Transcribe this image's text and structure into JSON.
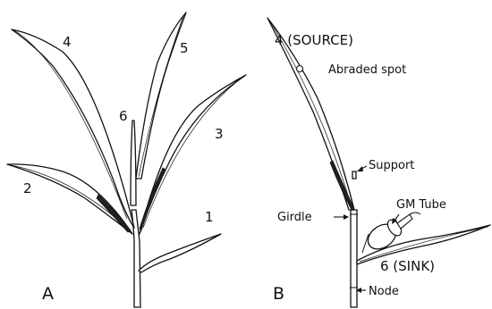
{
  "panels": {
    "a": {
      "label": "A",
      "leaves": [
        "1",
        "2",
        "3",
        "4",
        "5",
        "6"
      ]
    },
    "b": {
      "label": "B",
      "leaf_source": "4 (SOURCE)",
      "leaf_sink": "6 (SINK)",
      "abraded_spot": "Abraded spot",
      "support": "Support",
      "girdle": "Girdle",
      "gm_tube": "GM Tube",
      "node": "Node"
    }
  }
}
